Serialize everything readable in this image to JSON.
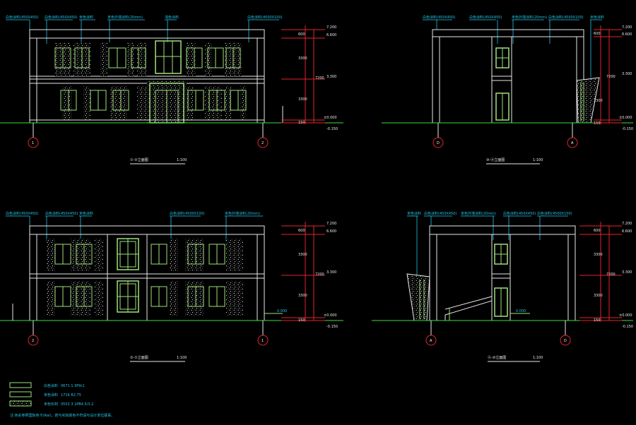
{
  "drawing": {
    "palette": {
      "background": "#000000",
      "outline": "#e8e8e8",
      "window_frame": "#9fe07a",
      "annotation": "#25c4e8",
      "dimension": "#e3252e",
      "ground": "#3ddf3a",
      "axis_bubble": "#e3252e"
    },
    "elevations": [
      {
        "id": "front",
        "title": "①-②立面图",
        "scale": "1:100",
        "axes": [
          "1",
          "2"
        ],
        "callouts": [
          "白色涂料(450X450)",
          "白色涂料(450X450)",
          "米色涂料",
          "米色外墙涂料(20mm)",
          "浅色涂料",
          "白色涂料(4500X100)"
        ],
        "elevation_marks": [
          "7.200",
          "6.600",
          "3.300",
          "±0.000",
          "-0.150"
        ],
        "dims": [
          "600",
          "3300",
          "7200",
          "3300",
          "150"
        ]
      },
      {
        "id": "right",
        "title": "⑩-Ⓐ立面图",
        "scale": "1:100",
        "axes": [
          "D",
          "A"
        ],
        "callouts": [
          "白色涂料(450X450)",
          "白色涂料(450X450)",
          "米色外墙涂料(20mm)",
          "白色涂料(4500X100)",
          "米色涂料"
        ],
        "elevation_marks": [
          "7.200",
          "6.600",
          "3.300",
          "±0.000",
          "-0.150"
        ],
        "dims": [
          "600",
          "7200",
          "3300",
          "150"
        ]
      },
      {
        "id": "back",
        "title": "②-①立面图",
        "scale": "1:100",
        "axes": [
          "2",
          "1"
        ],
        "callouts": [
          "白色涂料(450X450)",
          "白色涂料(450X450)",
          "米色涂料",
          "白色涂料(4500X100)",
          "米色外墙涂料(20mm)"
        ],
        "elevation_marks": [
          "7.200",
          "6.600",
          "3.300",
          "±0.000",
          "-0.150"
        ],
        "dims": [
          "600",
          "3300",
          "7200",
          "3300",
          "150"
        ]
      },
      {
        "id": "left",
        "title": "Ⓐ-⑩立面图",
        "scale": "1:100",
        "axes": [
          "A",
          "D"
        ],
        "callouts": [
          "米色涂料",
          "白色涂料(450X450)",
          "米色外墙涂料(20mm)",
          "白色涂料(450X450)",
          "白色涂料(4500X100)"
        ],
        "elevation_marks": [
          "7.200",
          "6.600",
          "3.300",
          "±0.000",
          "-0.150"
        ],
        "dims": [
          "600",
          "3300",
          "7200",
          "3300",
          "150"
        ]
      }
    ],
    "ground_note": "0.000",
    "legend": [
      {
        "label": "白色涂料",
        "code": "0671 1.3P9r1"
      },
      {
        "label": "米色涂料",
        "code": "1716 R2.75"
      },
      {
        "label": "米色石材",
        "code": "0553 3 1PB4.5/3.2"
      }
    ],
    "note": "注:色彩参照国际色卡(Ral)，若与实际颜色不符请与设计单位联系。"
  }
}
